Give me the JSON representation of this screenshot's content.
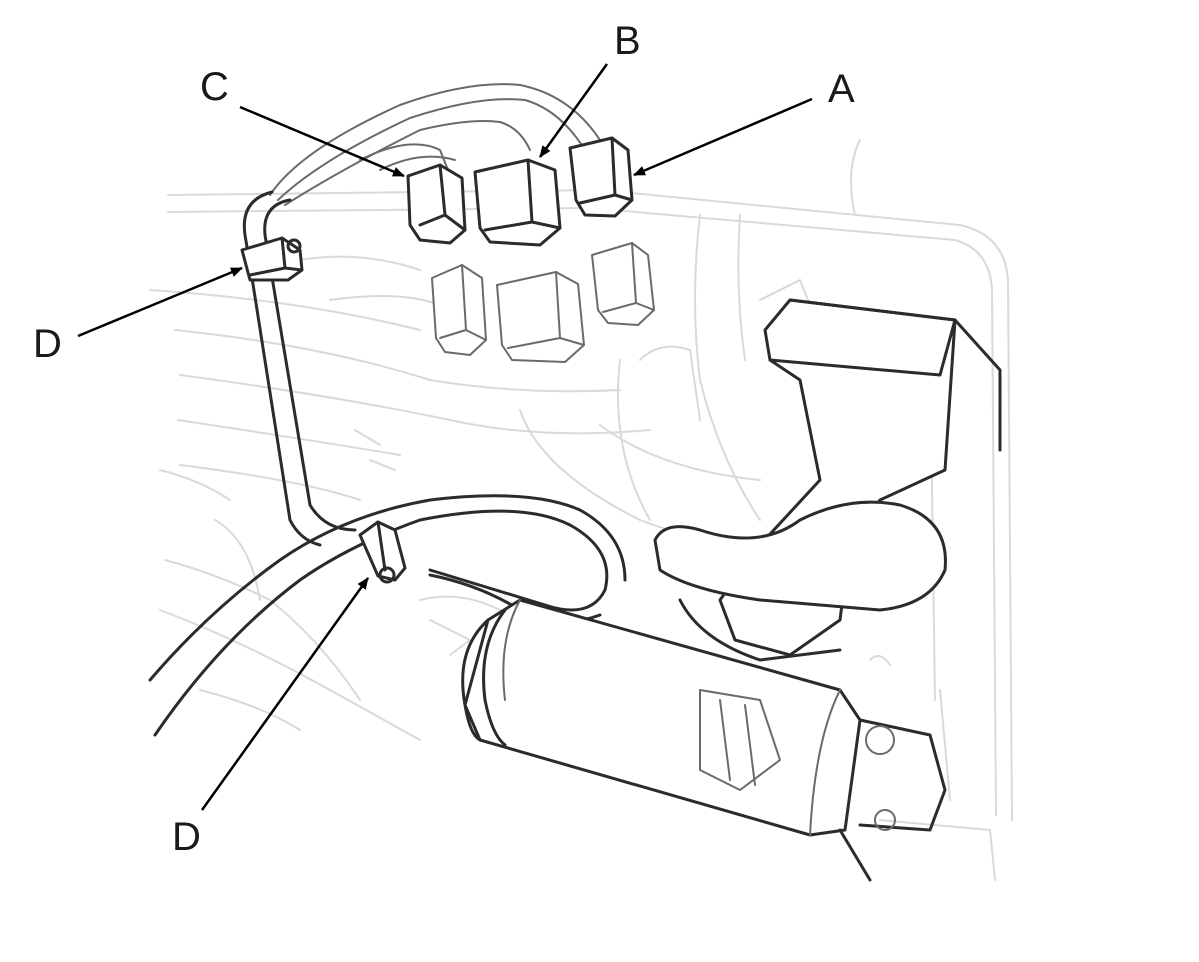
{
  "diagram": {
    "callouts": [
      {
        "id": "A",
        "label": "A"
      },
      {
        "id": "B",
        "label": "B"
      },
      {
        "id": "C",
        "label": "C"
      },
      {
        "id": "D1",
        "label": "D"
      },
      {
        "id": "D2",
        "label": "D"
      }
    ],
    "colors": {
      "ink": "#2b2b2b",
      "background_detail": "#d9d9d9",
      "paper": "#ffffff"
    }
  }
}
